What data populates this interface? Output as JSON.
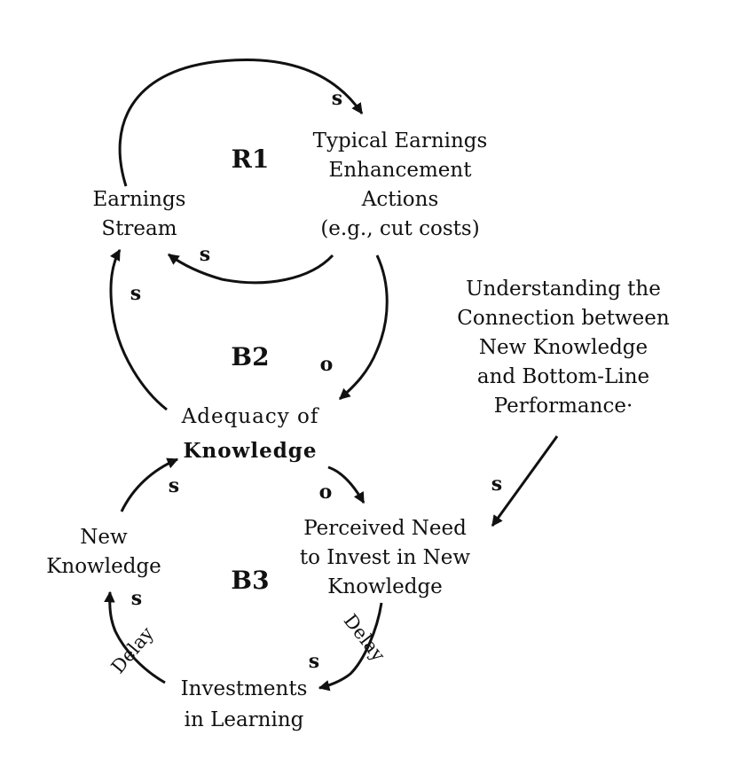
{
  "nodes": {
    "earnings_stream": [
      "Earnings",
      "Stream"
    ],
    "typical_actions": [
      "Typical Earnings",
      "Enhancement",
      "Actions",
      "(e.g., cut costs)"
    ],
    "understanding": [
      "Understanding the",
      "Connection between",
      "New Knowledge",
      "and Bottom-Line",
      "Performance·"
    ],
    "adequacy": [
      "Adequacy of",
      "Knowledge"
    ],
    "perceived_need": [
      "Perceived Need",
      "to Invest in New",
      "Knowledge"
    ],
    "new_knowledge": [
      "New",
      "Knowledge"
    ],
    "investments": [
      "Investments",
      "in Learning"
    ]
  },
  "loops": {
    "r1": "R1",
    "b2": "B2",
    "b3": "B3"
  },
  "polarity": {
    "earnings_to_actions": "s",
    "actions_to_earnings": "s",
    "adequacy_to_earnings": "s",
    "actions_to_adequacy": "o",
    "adequacy_to_need": "o",
    "understanding_to_need": "s",
    "newknowledge_to_adequacy": "s",
    "investments_to_newknowledge": "s",
    "need_to_investments": "s"
  },
  "delays": {
    "left": "Delay",
    "right": "Delay"
  },
  "colors": {
    "ink": "#111111",
    "background": "#ffffff"
  }
}
